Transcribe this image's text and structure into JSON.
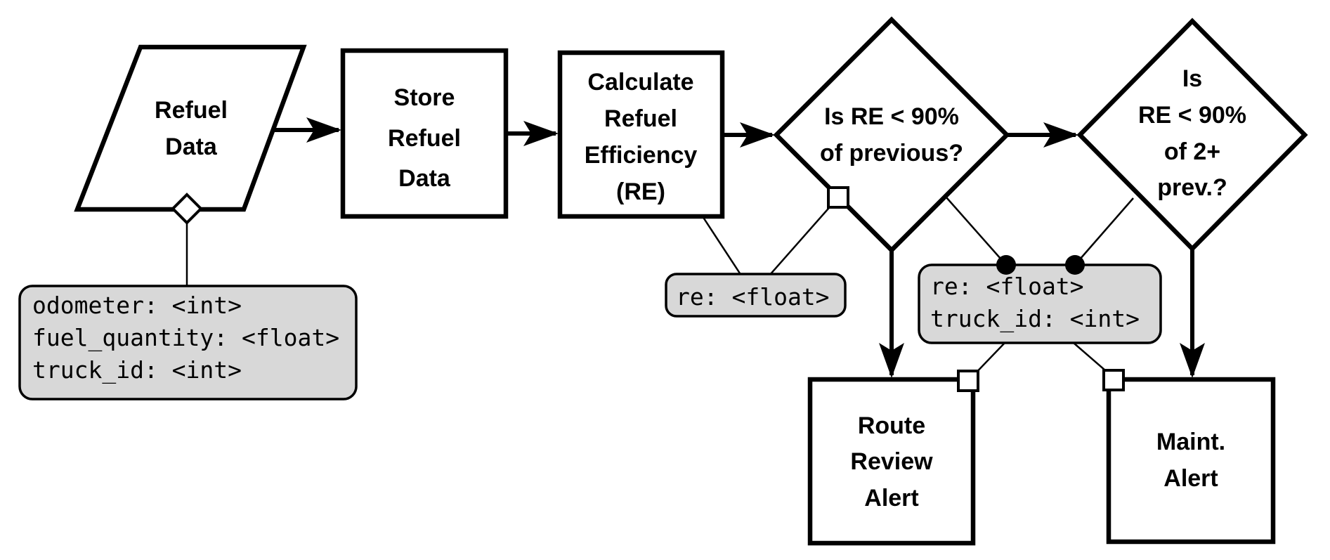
{
  "colors": {
    "annotation_fill": "#d8d8d8",
    "shape_fill": "#ffffff",
    "line": "#000000"
  },
  "nodes": {
    "refuel_data": {
      "shape": "parallelogram-input",
      "lines": [
        "Refuel",
        "Data"
      ]
    },
    "store_refuel_data": {
      "shape": "process",
      "lines": [
        "Store",
        "Refuel",
        "Data"
      ]
    },
    "calculate_re": {
      "shape": "process",
      "lines": [
        "Calculate",
        "Refuel",
        "Efficiency",
        "(RE)"
      ]
    },
    "is_re_lt90_prev": {
      "shape": "decision",
      "lines": [
        "Is RE < 90%",
        "of previous?"
      ]
    },
    "is_re_lt90_2plus": {
      "shape": "decision",
      "lines": [
        "Is",
        "RE < 90%",
        "of 2+",
        "prev.?"
      ]
    },
    "route_review_alert": {
      "shape": "process",
      "lines": [
        "Route",
        "Review",
        "Alert"
      ]
    },
    "maint_alert": {
      "shape": "process",
      "lines": [
        "Maint.",
        "Alert"
      ]
    }
  },
  "annotations": {
    "refuel_data_fields": {
      "lines": [
        "odometer: <int>",
        "fuel_quantity: <float>",
        "truck_id: <int>"
      ]
    },
    "re_field": {
      "lines": [
        "re: <float>"
      ]
    },
    "re_truck_fields": {
      "lines": [
        "re: <float>",
        "truck_id: <int>"
      ]
    }
  }
}
